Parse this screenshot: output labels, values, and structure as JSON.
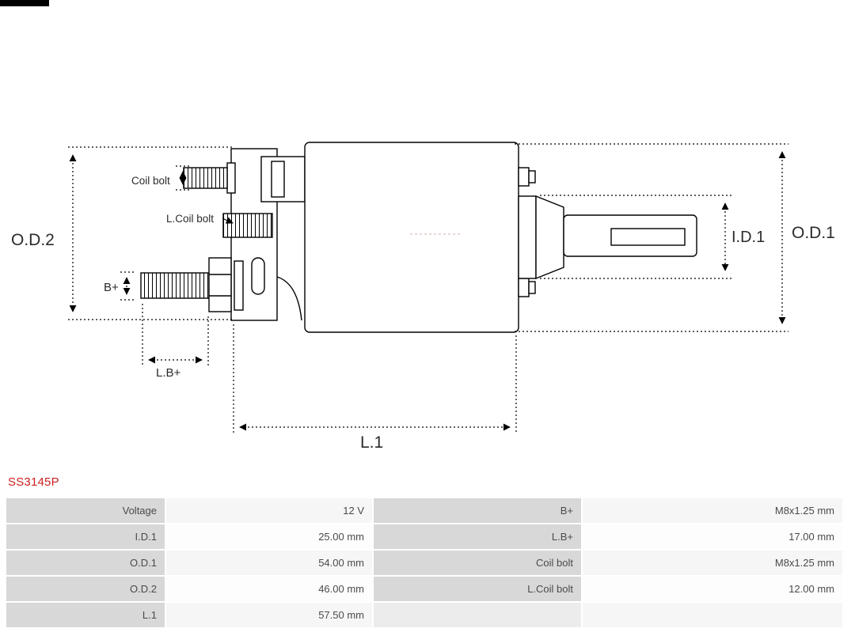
{
  "part_number": "SS3145P",
  "colors": {
    "part_number_red": "#cc2222",
    "table_label_bg": "#d8d8d8",
    "line_color": "#000000"
  },
  "diagram": {
    "dim_od2": "O.D.2",
    "dim_od1": "O.D.1",
    "dim_id1": "I.D.1",
    "dim_l1": "L.1",
    "dim_lb_plus": "L.B+",
    "dim_b_plus": "B+",
    "dim_coil_bolt": "Coil bolt",
    "dim_l_coil_bolt": "L.Coil bolt"
  },
  "table": {
    "rows": [
      {
        "cells": [
          "Voltage",
          "12 V",
          "B+",
          "M8x1.25 mm"
        ]
      },
      {
        "cells": [
          "I.D.1",
          "25.00 mm",
          "L.B+",
          "17.00 mm"
        ]
      },
      {
        "cells": [
          "O.D.1",
          "54.00 mm",
          "Coil bolt",
          "M8x1.25 mm"
        ]
      },
      {
        "cells": [
          "O.D.2",
          "46.00 mm",
          "L.Coil bolt",
          "12.00 mm"
        ]
      },
      {
        "cells": [
          "L.1",
          "57.50 mm",
          "",
          ""
        ]
      }
    ]
  }
}
